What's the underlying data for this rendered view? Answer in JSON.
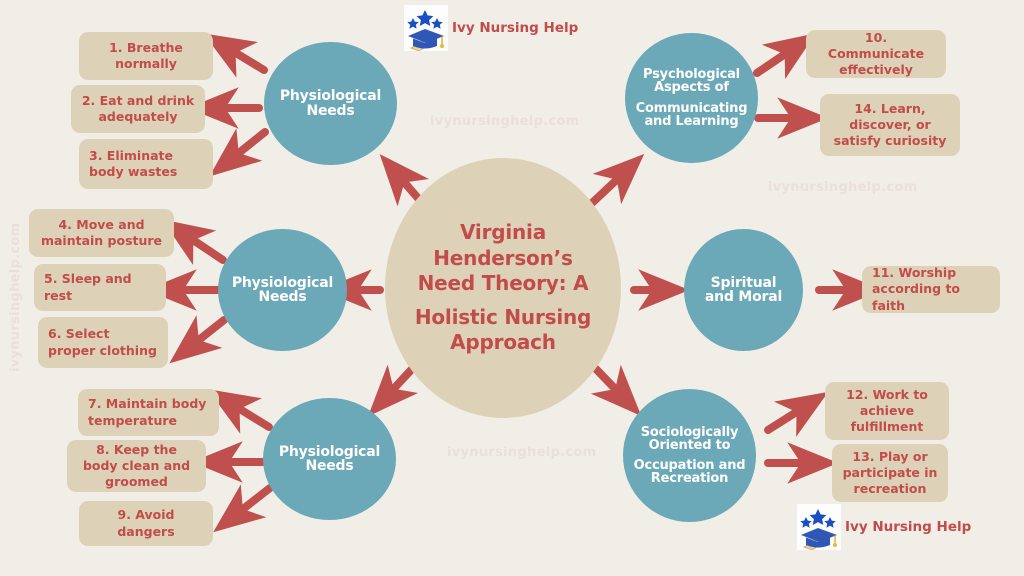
{
  "background_color": "#f1eee7",
  "palette": {
    "teal": "#6ba8b8",
    "tan": "#ddd2b8",
    "red": "#c24b4b",
    "arrow_red": "#c0504d",
    "white": "#ffffff",
    "watermark": "#ecdedc",
    "logo_blue": "#2f57b5"
  },
  "center": {
    "line1": "Virginia Henderson’s",
    "line2": "Need Theory: A",
    "line3": "Holistic Nursing",
    "line4": "Approach"
  },
  "nodes": {
    "top_left": {
      "line1": "Physiological",
      "line2": "Needs"
    },
    "mid_left": {
      "line1": "Physiological",
      "line2": "Needs"
    },
    "bottom_left": {
      "line1": "Physiological",
      "line2": "Needs"
    },
    "top_right": {
      "line1": "Psychological",
      "line2": "Aspects of",
      "line3": "Communicating",
      "line4": "and Learning"
    },
    "mid_right": {
      "line1": "Spiritual",
      "line2": "and Moral"
    },
    "bottom_right": {
      "line1": "Sociologically",
      "line2": "Oriented to",
      "line3": "Occupation and",
      "line4": "Recreation"
    }
  },
  "leaves": {
    "n1": "1. Breathe normally",
    "n2": "2. Eat and drink adequately",
    "n3": "3. Eliminate body wastes",
    "n4": "4. Move and maintain posture",
    "n5": "5. Sleep and rest",
    "n6": "6. Select proper clothing",
    "n7": "7. Maintain body temperature",
    "n8": "8. Keep the body clean and groomed",
    "n9": "9. Avoid dangers",
    "n10": "10. Communicate effectively",
    "n14": "14. Learn, discover, or satisfy curiosity",
    "n11": "11. Worship according to faith",
    "n12": "12. Work to achieve fulfillment",
    "n13": "13. Play or participate in recreation"
  },
  "branding": {
    "logo_label": "Ivy Nursing Help",
    "watermark": "ivynursinghelp.com"
  },
  "watermarks": {
    "w1": "ivynursinghelp.com",
    "w2": "ivynursinghelp.com",
    "w3": "ivynursinghelp.com",
    "w4": "ivynursinghelp.com"
  }
}
